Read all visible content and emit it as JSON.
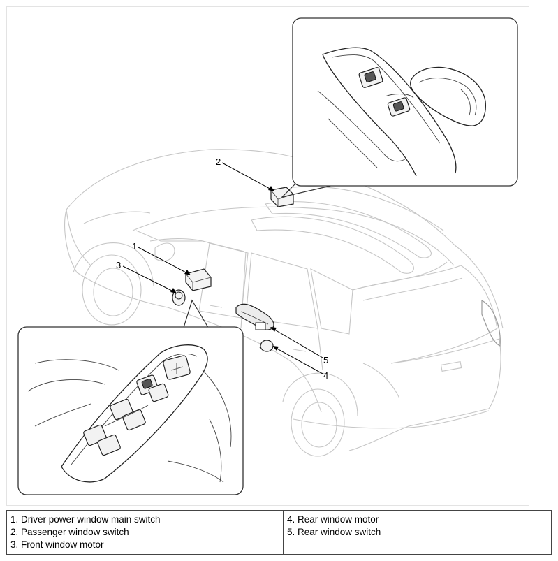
{
  "callouts": {
    "c1": "1",
    "c2": "2",
    "c3": "3",
    "c4": "4",
    "c5": "5"
  },
  "legend": {
    "left": [
      "1. Driver power window main switch",
      "2. Passenger window switch",
      "3. Front window motor"
    ],
    "right": [
      "4. Rear window motor",
      "5. Rear window switch"
    ]
  }
}
